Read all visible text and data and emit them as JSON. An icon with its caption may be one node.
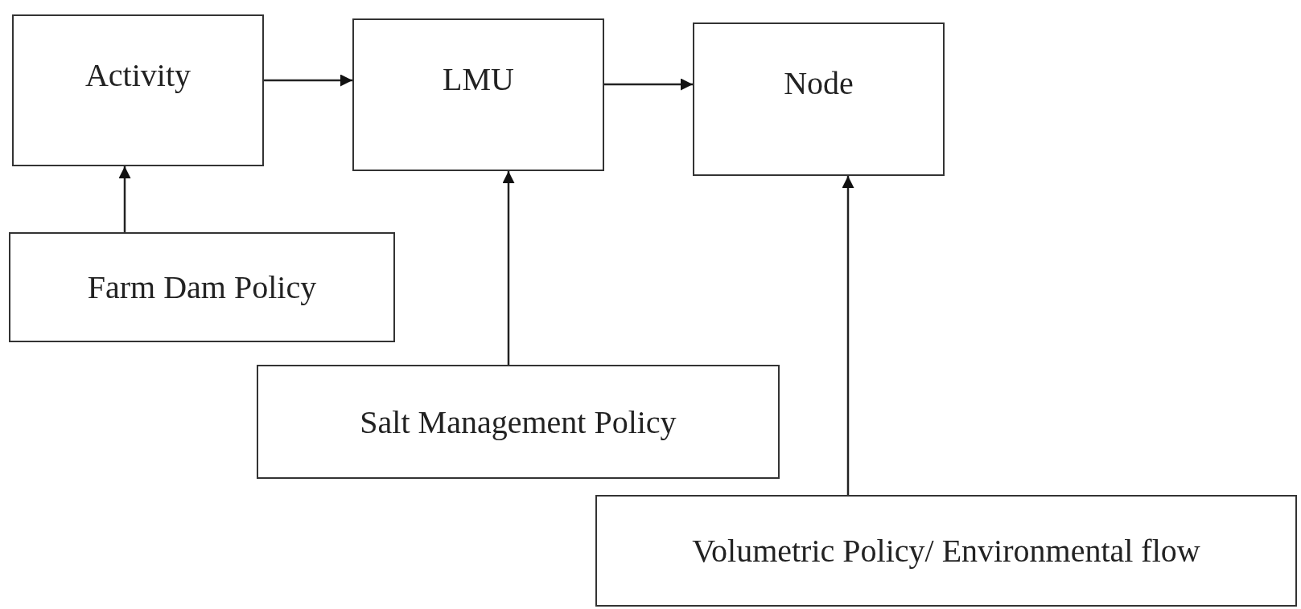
{
  "diagram": {
    "nodes": [
      {
        "text": [
          "Activity"
        ]
      },
      {
        "text": [
          "LMU"
        ]
      },
      {
        "text": [
          "Node"
        ]
      },
      {
        "text": [
          "Farm Dam Policy"
        ]
      },
      {
        "text": [
          "Salt Management Policy"
        ]
      },
      {
        "text": [
          "Volumetric Policy/ Environmental flow"
        ]
      }
    ],
    "edges": [
      {
        "from": 0,
        "to": 1,
        "arrow": "to"
      },
      {
        "from": 1,
        "to": 2,
        "arrow": "to"
      },
      {
        "from": 3,
        "to": 0,
        "arrow": "to"
      },
      {
        "from": 4,
        "to": 1,
        "arrow": "to"
      },
      {
        "from": 5,
        "to": 2,
        "arrow": "to"
      }
    ]
  }
}
